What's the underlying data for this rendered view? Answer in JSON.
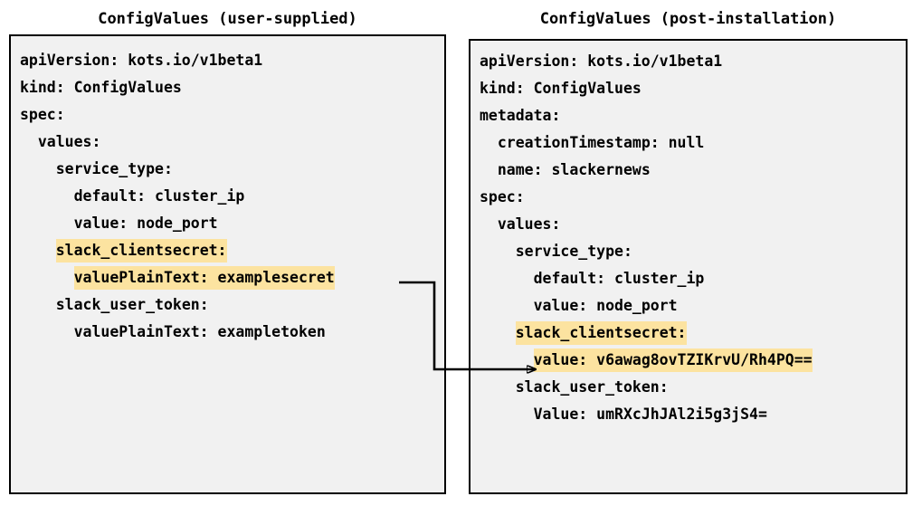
{
  "panels": {
    "left": {
      "title": "ConfigValues (user-supplied)",
      "lines": [
        {
          "indent": 0,
          "text": "apiVersion: kots.io/v1beta1",
          "highlight": false
        },
        {
          "indent": 0,
          "text": "kind: ConfigValues",
          "highlight": false
        },
        {
          "indent": 0,
          "text": "spec:",
          "highlight": false
        },
        {
          "indent": 1,
          "text": "values:",
          "highlight": false
        },
        {
          "indent": 2,
          "text": "service_type:",
          "highlight": false
        },
        {
          "indent": 3,
          "text": "default: cluster_ip",
          "highlight": false
        },
        {
          "indent": 3,
          "text": "value: node_port",
          "highlight": false
        },
        {
          "indent": 2,
          "text": "slack_clientsecret:",
          "highlight": true
        },
        {
          "indent": 3,
          "text": "valuePlainText: examplesecret",
          "highlight": true
        },
        {
          "indent": 2,
          "text": "slack_user_token:",
          "highlight": false
        },
        {
          "indent": 3,
          "text": "valuePlainText: exampletoken",
          "highlight": false
        }
      ]
    },
    "right": {
      "title": "ConfigValues (post-installation)",
      "lines": [
        {
          "indent": 0,
          "text": "apiVersion: kots.io/v1beta1",
          "highlight": false
        },
        {
          "indent": 0,
          "text": "kind: ConfigValues",
          "highlight": false
        },
        {
          "indent": 0,
          "text": "metadata:",
          "highlight": false
        },
        {
          "indent": 1,
          "text": "creationTimestamp: null",
          "highlight": false
        },
        {
          "indent": 1,
          "text": "name: slackernews",
          "highlight": false
        },
        {
          "indent": 0,
          "text": "spec:",
          "highlight": false
        },
        {
          "indent": 1,
          "text": "values:",
          "highlight": false
        },
        {
          "indent": 2,
          "text": "service_type:",
          "highlight": false
        },
        {
          "indent": 3,
          "text": "default: cluster_ip",
          "highlight": false
        },
        {
          "indent": 3,
          "text": "value: node_port",
          "highlight": false
        },
        {
          "indent": 2,
          "text": "slack_clientsecret:",
          "highlight": true
        },
        {
          "indent": 3,
          "text": "value: v6awag8ovTZIKrvU/Rh4PQ==",
          "highlight": true
        },
        {
          "indent": 2,
          "text": "slack_user_token:",
          "highlight": false
        },
        {
          "indent": 3,
          "text": "Value: umRXcJhJAl2i5g3jS4=",
          "highlight": false
        }
      ]
    }
  },
  "connector": {
    "name": "secret-transform-arrow",
    "from_label": "valuePlainText: examplesecret",
    "to_label": "value: v6awag8ovTZIKrvU/Rh4PQ==",
    "color": "#000000"
  },
  "colors": {
    "highlight": "#fce3a0",
    "box_background": "#f1f1f1",
    "box_border": "#000000",
    "text": "#000000",
    "page_background": "#ffffff"
  }
}
